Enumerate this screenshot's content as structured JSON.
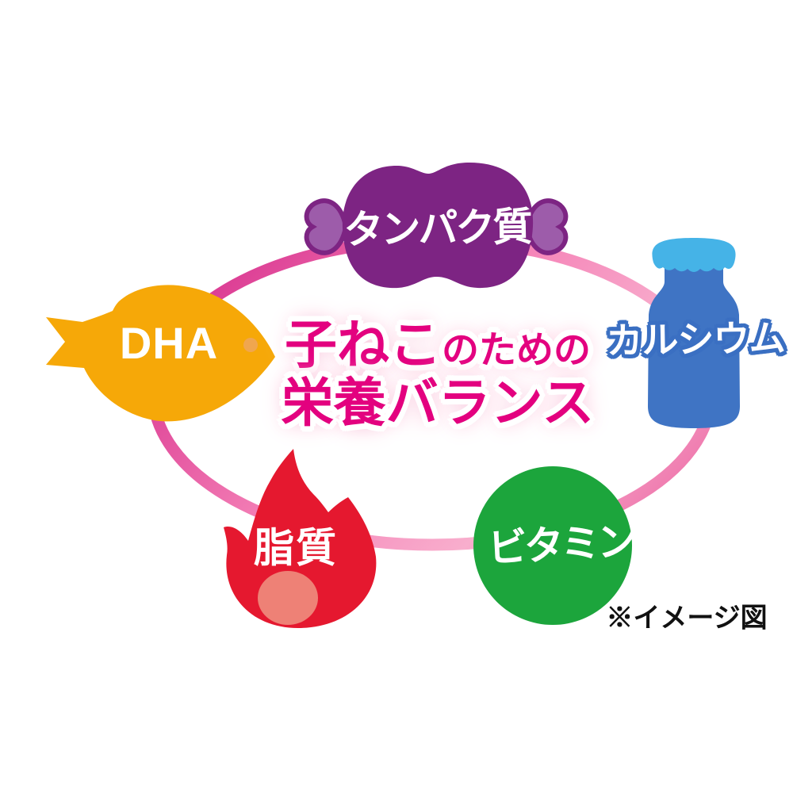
{
  "diagram": {
    "center_title": {
      "line1_main": "子ねこ",
      "line1_sub": "のための",
      "line2": "栄養バランス",
      "color": "#e3017f"
    },
    "footnote": {
      "text": "※イメージ図",
      "color": "#111111"
    },
    "ring": {
      "start": "#d93590",
      "mid1": "#f584b8",
      "mid2": "#f8aecd",
      "end": "#ee74ab"
    },
    "nutrients": {
      "protein": {
        "label": "タンパク質",
        "icon": "meat-on-bone-icon",
        "color": "#7d2483",
        "bone": "#9d5caa"
      },
      "dha": {
        "label": "DHA",
        "icon": "fish-icon",
        "color": "#f6a808",
        "eye": "#f0a64f"
      },
      "calcium": {
        "label": "カルシウム",
        "icon": "milk-bottle-icon",
        "color": "#3f74c4",
        "cap": "#45b3e7",
        "text_outline": "#3a6fc2"
      },
      "fat": {
        "label": "脂質",
        "icon": "flame-icon",
        "color": "#e5182f",
        "core": "#ee8176"
      },
      "vitamin": {
        "label": "ビタミン",
        "icon": "green-circle-icon",
        "color": "#1ca53c"
      }
    }
  }
}
